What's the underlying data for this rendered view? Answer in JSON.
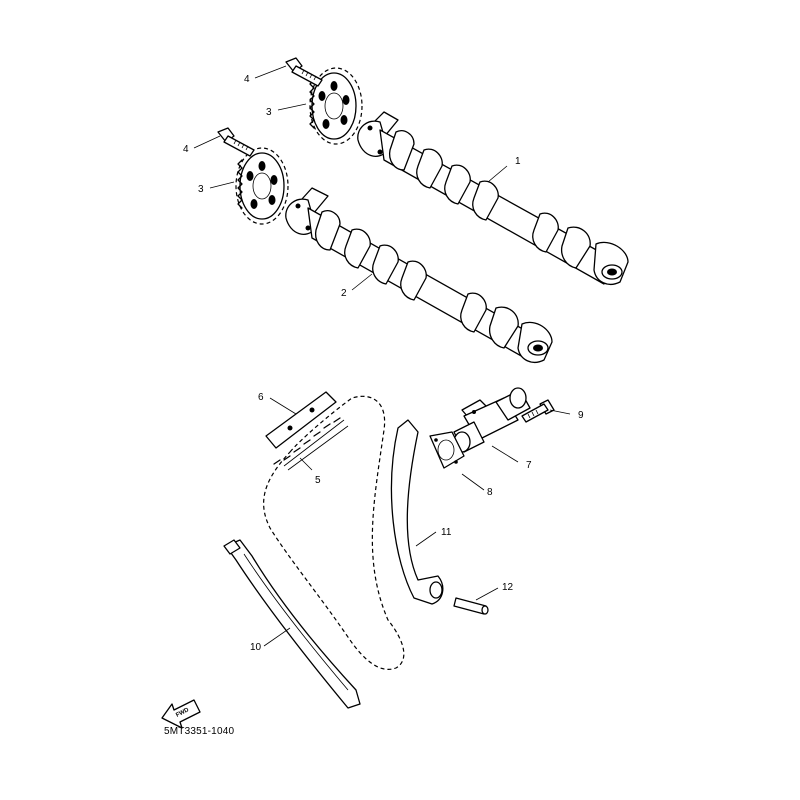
{
  "diagram": {
    "part_code": "5MT3351-1040",
    "fwd_label": "FWD",
    "callouts": [
      "1",
      "2",
      "3",
      "3",
      "4",
      "4",
      "5",
      "6",
      "7",
      "8",
      "9",
      "10",
      "11",
      "12"
    ]
  }
}
